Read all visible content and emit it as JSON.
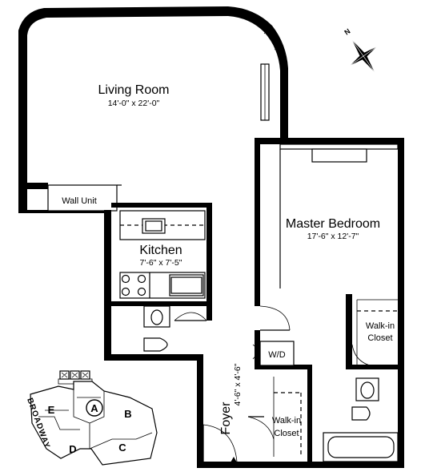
{
  "rooms": {
    "living": {
      "name": "Living Room",
      "dims": "14'-0\" x 22'-0\""
    },
    "bedroom": {
      "name": "Master Bedroom",
      "dims": "17'-6\" x 12'-7\""
    },
    "kitchen": {
      "name": "Kitchen",
      "dims": "7'-6\" x 7'-5\""
    },
    "foyer": {
      "name": "Foyer",
      "dims": "4'-6\" x 4'-6\""
    }
  },
  "labels": {
    "wall_unit": "Wall Unit",
    "wd": "W/D",
    "closet_bedroom": [
      "Walk-in",
      "Closet"
    ],
    "closet_foyer": [
      "Walk-in",
      "Closet"
    ]
  },
  "compass": {
    "letter": "N"
  },
  "key_plan": {
    "street": "BROADWAY",
    "units": [
      "A",
      "B",
      "C",
      "D",
      "E"
    ]
  }
}
